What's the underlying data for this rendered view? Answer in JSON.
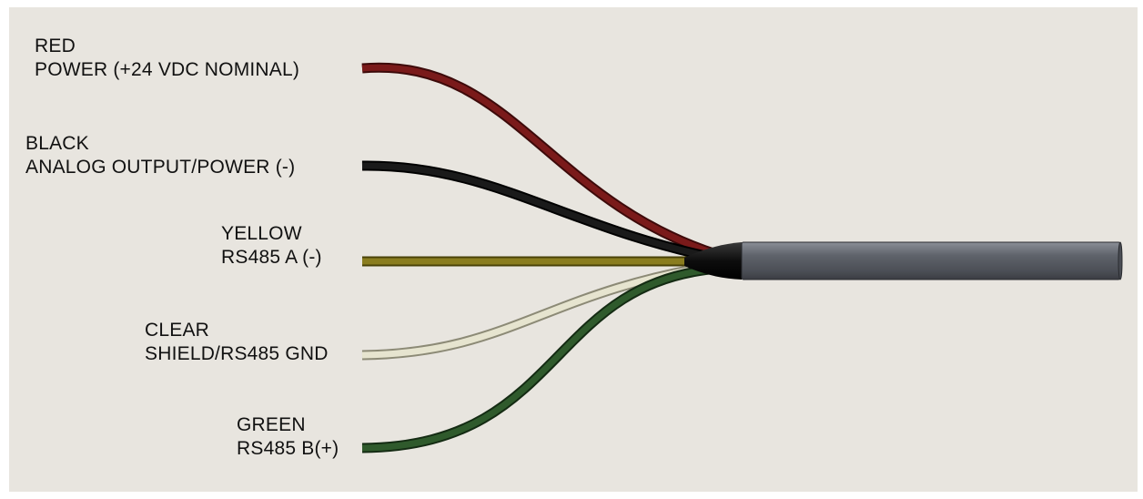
{
  "wires": [
    {
      "id": "red",
      "color_name": "RED",
      "function": "POWER (+24 VDC NOMINAL)",
      "color": "#7a1a1a"
    },
    {
      "id": "black",
      "color_name": "BLACK",
      "function": "ANALOG OUTPUT/POWER (-)",
      "color": "#1a1a1a"
    },
    {
      "id": "yellow",
      "color_name": "YELLOW",
      "function": "RS485 A (-)",
      "color": "#8a7d1f"
    },
    {
      "id": "clear",
      "color_name": "CLEAR",
      "function": "SHIELD/RS485 GND",
      "color": "#e6e4cf"
    },
    {
      "id": "green",
      "color_name": "GREEN",
      "function": "RS485 B(+)",
      "color": "#2f5a2c"
    }
  ],
  "colors": {
    "background": "#e8e5df",
    "cable_jacket": "#5c6068",
    "boot": "#111111"
  }
}
